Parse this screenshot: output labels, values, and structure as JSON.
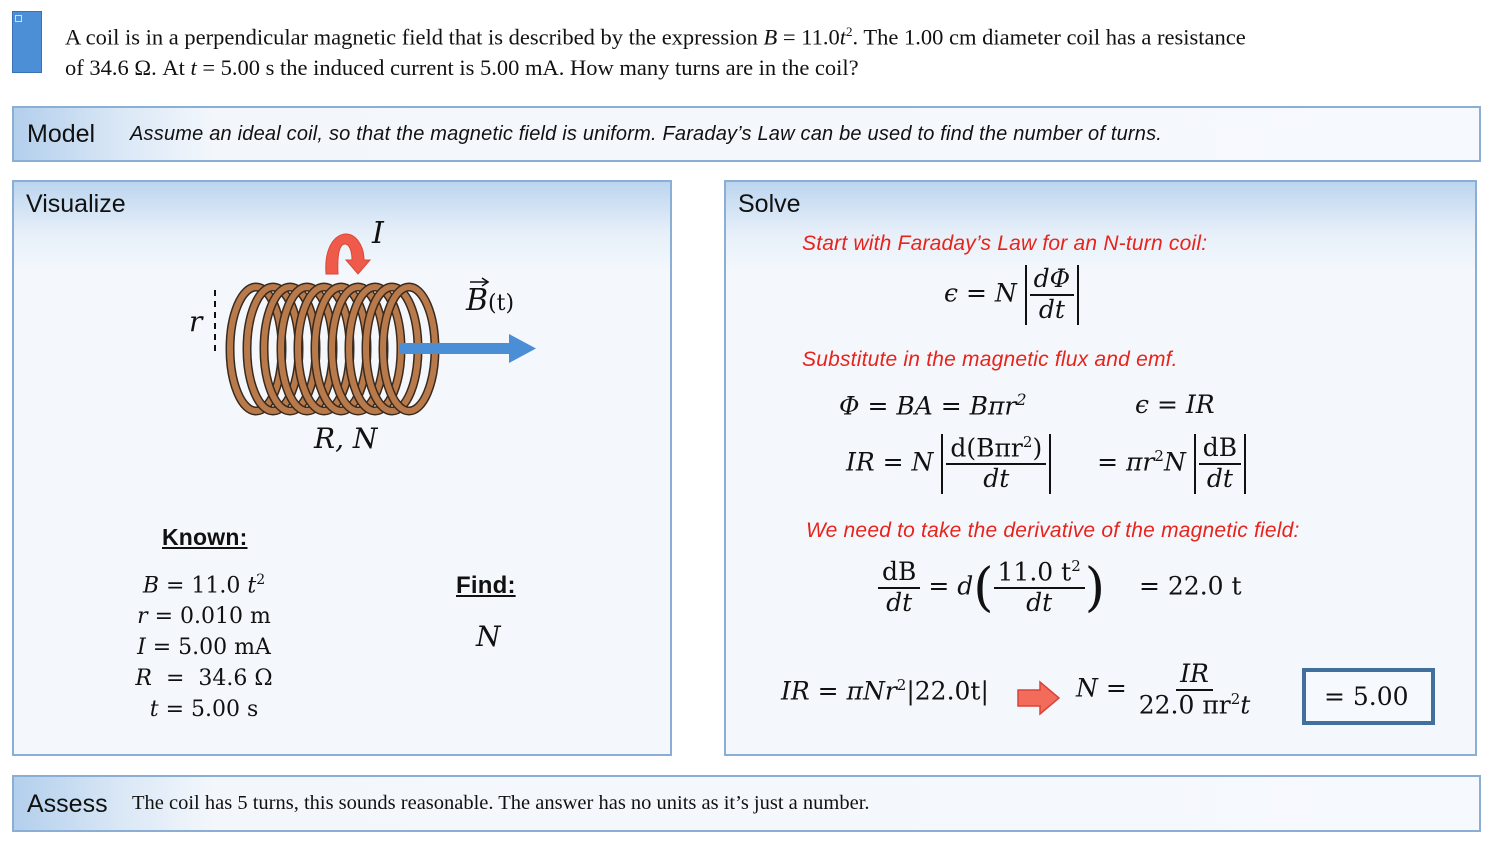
{
  "problem": {
    "line1_a": "A coil is in a perpendicular magnetic field that is described by the expression ",
    "line1_var": "B",
    "line1_b": " = 11.0",
    "line1_t": "t",
    "line1_sup": "2",
    "line1_c": ". The 1.00 cm diameter coil has a resistance",
    "line2_a": "of 34.6 Ω. At ",
    "line2_t": "t",
    "line2_b": " = 5.00 s the induced current is 5.00 mA. How many turns are in the coil?"
  },
  "model": {
    "title": "Model",
    "text": "Assume an ideal coil, so that the magnetic field is uniform. Faraday’s Law can be used to find the number of turns."
  },
  "visualize": {
    "title": "Visualize",
    "diagram": {
      "current_label": "I",
      "radius_label": "r",
      "field_label": "B",
      "field_sub": "(t)",
      "coil_label": "R, N",
      "coil_color": "#b87a4b",
      "arrow_color": "#4a8fd6",
      "current_arrow_color": "#f05a4a"
    },
    "known": {
      "heading": "Known:",
      "items": [
        {
          "var": "B",
          "rest": " = 11.0 ",
          "t": "t",
          "sup": "2",
          "unit": ""
        },
        {
          "var": "r",
          "rest": " = 0.010 m",
          "t": "",
          "sup": "",
          "unit": ""
        },
        {
          "var": "I",
          "rest": " = 5.00 mA",
          "t": "",
          "sup": "",
          "unit": ""
        },
        {
          "var": "R",
          "rest": "  =  34.6 Ω",
          "t": "",
          "sup": "",
          "unit": ""
        },
        {
          "var": "t",
          "rest": " = 5.00 s",
          "t": "",
          "sup": "",
          "unit": ""
        }
      ]
    },
    "find": {
      "heading": "Find:",
      "value": "N"
    }
  },
  "solve": {
    "title": "Solve",
    "step1": "Start with Faraday’s Law for an N-turn coil:",
    "eq1": {
      "lhs": "ϵ = N",
      "num": "dΦ",
      "den": "dt"
    },
    "step2": "Substitute in the magnetic flux and emf.",
    "eq2a": "Φ = BA = Bπr",
    "eq2a_sup": "2",
    "eq2b": "ϵ = IR",
    "eq3": {
      "lhs": "IR = N",
      "num": "d(Bπr",
      "num_sup": "2",
      "num_end": ")",
      "den": "dt",
      "mid": "= πr",
      "mid_sup": "2",
      "mid_end": "N",
      "num2": "dB",
      "den2": "dt"
    },
    "step3": "We need to take the derivative of the magnetic field:",
    "eq4": {
      "num": "dB",
      "den": "dt",
      "eq": "= d",
      "inner_num": "11.0 t",
      "inner_sup": "2",
      "inner_den": "dt",
      "result": "= 22.0 t"
    },
    "eq5": {
      "lhs": "IR = πNr",
      "sup": "2",
      "rest": "|22.0t|",
      "n_lhs": "N =",
      "num": "IR",
      "den": "22.0 πr",
      "den_sup": "2",
      "den_end": "t"
    },
    "answer": "= 5.00",
    "answer_border_color": "#41709f"
  },
  "assess": {
    "title": "Assess",
    "text": "The coil has 5 turns, this sounds reasonable. The answer has no units as it’s just a number."
  },
  "colors": {
    "panel_border": "#8aaed4",
    "panel_header": "#bcd5ef",
    "hand_red": "#e8231b",
    "marker_blue": "#4d8fd6"
  }
}
